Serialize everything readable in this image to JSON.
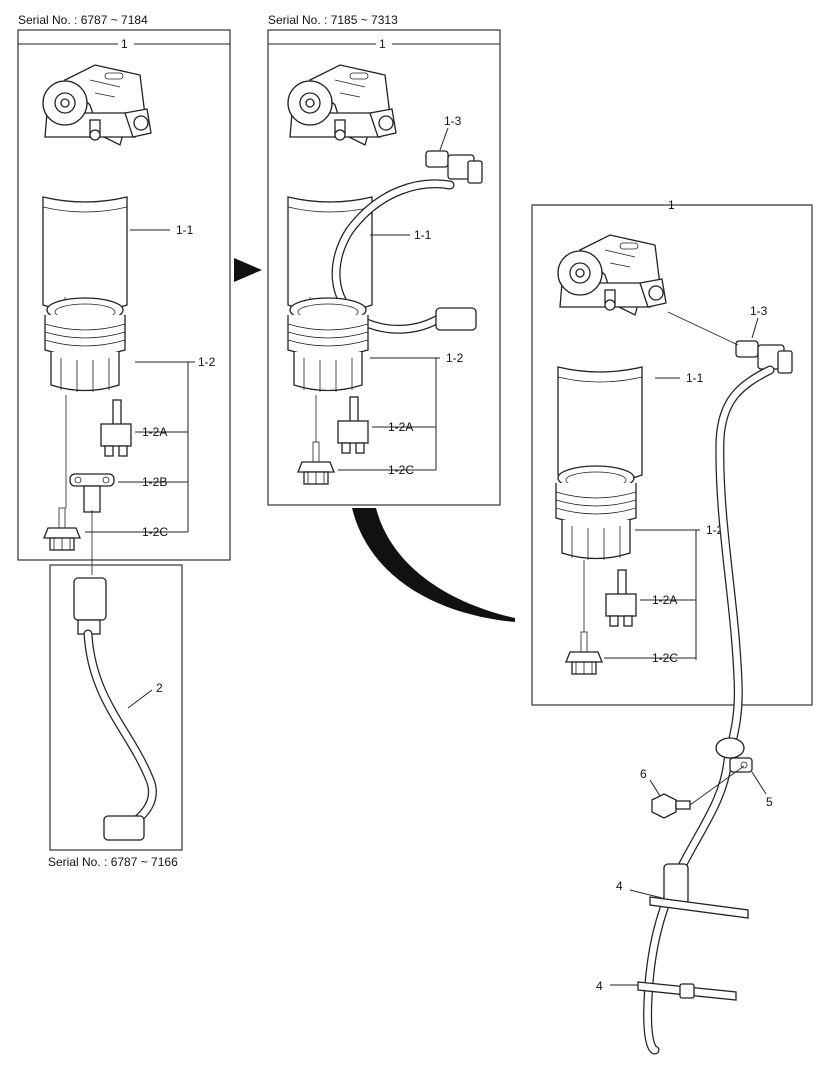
{
  "serials": {
    "left_top": "Serial No. : 6787 ~ 7184",
    "middle_top": "Serial No. : 7185 ~ 7313",
    "left_bottom": "Serial No. : 6787 ~ 7166"
  },
  "labels": {
    "assembly": "1",
    "filter_body": "1-1",
    "bowl": "1-2",
    "sensor": "1-2A",
    "sensor_b": "1-2B",
    "drain_plug": "1-2C",
    "connector": "1-3",
    "harness": "2",
    "tie": "4",
    "clamp": "5",
    "bolt": "6"
  },
  "colors": {
    "line": "#222222",
    "frame": "#333333",
    "arrow": "#111111"
  }
}
